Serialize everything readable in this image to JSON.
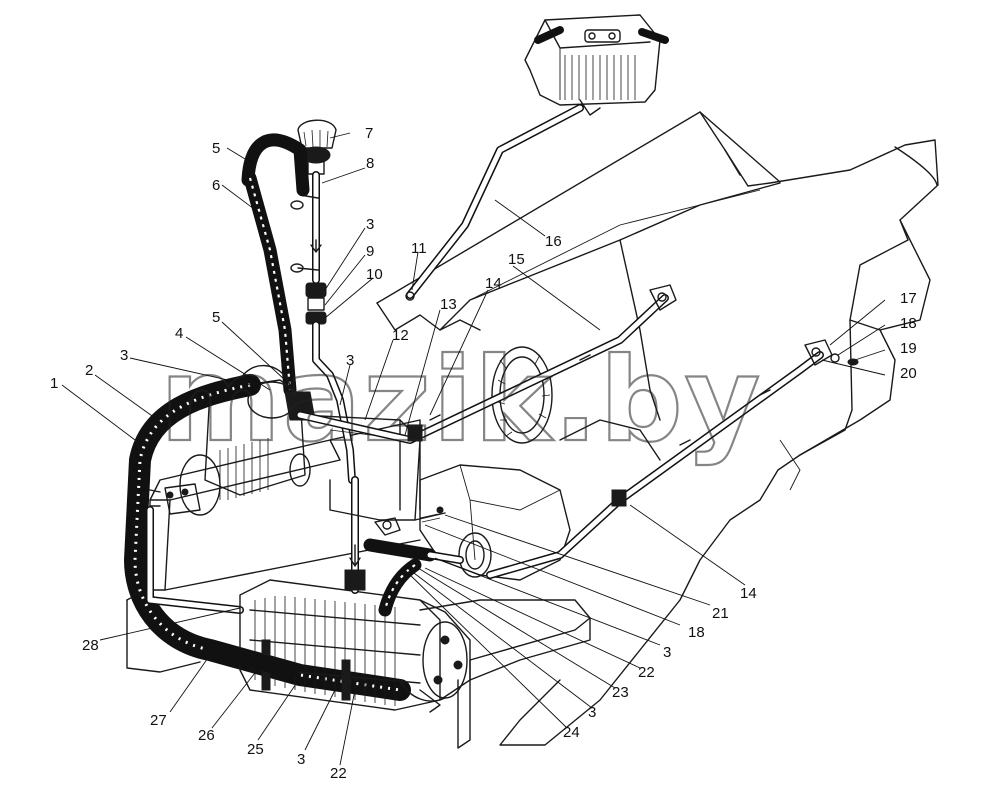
{
  "watermark": "mazik.by",
  "callouts": [
    {
      "id": "c1",
      "text": "1"
    },
    {
      "id": "c2",
      "text": "2"
    },
    {
      "id": "c3a",
      "text": "3"
    },
    {
      "id": "c4",
      "text": "4"
    },
    {
      "id": "c5a",
      "text": "5"
    },
    {
      "id": "c5b",
      "text": "5"
    },
    {
      "id": "c6",
      "text": "6"
    },
    {
      "id": "c7",
      "text": "7"
    },
    {
      "id": "c8",
      "text": "8"
    },
    {
      "id": "c3b",
      "text": "3"
    },
    {
      "id": "c9",
      "text": "9"
    },
    {
      "id": "c10",
      "text": "10"
    },
    {
      "id": "c11",
      "text": "11"
    },
    {
      "id": "c12",
      "text": "12"
    },
    {
      "id": "c3c",
      "text": "3"
    },
    {
      "id": "c13",
      "text": "13"
    },
    {
      "id": "c14a",
      "text": "14"
    },
    {
      "id": "c15",
      "text": "15"
    },
    {
      "id": "c16",
      "text": "16"
    },
    {
      "id": "c17",
      "text": "17"
    },
    {
      "id": "c18a",
      "text": "18"
    },
    {
      "id": "c19",
      "text": "19"
    },
    {
      "id": "c20",
      "text": "20"
    },
    {
      "id": "c14b",
      "text": "14"
    },
    {
      "id": "c21",
      "text": "21"
    },
    {
      "id": "c18b",
      "text": "18"
    },
    {
      "id": "c3d",
      "text": "3"
    },
    {
      "id": "c22a",
      "text": "22"
    },
    {
      "id": "c23",
      "text": "23"
    },
    {
      "id": "c3e",
      "text": "3"
    },
    {
      "id": "c24",
      "text": "24"
    },
    {
      "id": "c22b",
      "text": "22"
    },
    {
      "id": "c3f",
      "text": "3"
    },
    {
      "id": "c25",
      "text": "25"
    },
    {
      "id": "c26",
      "text": "26"
    },
    {
      "id": "c27",
      "text": "27"
    },
    {
      "id": "c28",
      "text": "28"
    }
  ]
}
